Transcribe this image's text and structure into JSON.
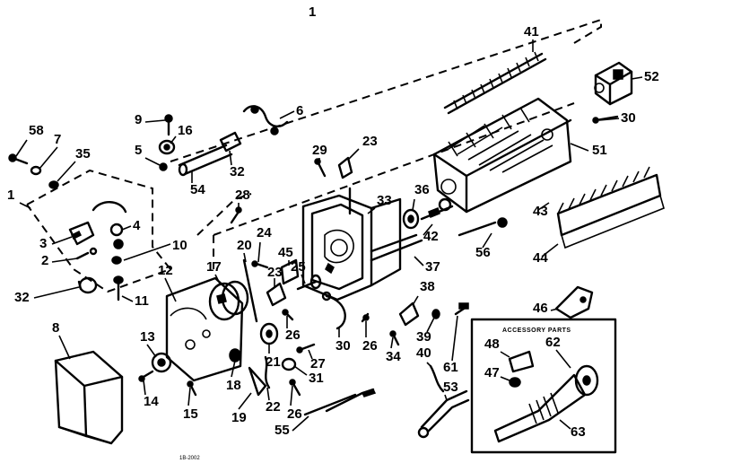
{
  "sheet_number": "1",
  "accessory_box_title": "ACCESSORY PARTS",
  "footer_code": "1B-2002",
  "callouts": [
    {
      "id": "c1",
      "label": "1"
    },
    {
      "id": "c2",
      "label": "2"
    },
    {
      "id": "c3",
      "label": "3"
    },
    {
      "id": "c4",
      "label": "4"
    },
    {
      "id": "c5",
      "label": "5"
    },
    {
      "id": "c6",
      "label": "6"
    },
    {
      "id": "c7",
      "label": "7"
    },
    {
      "id": "c8",
      "label": "8"
    },
    {
      "id": "c9",
      "label": "9"
    },
    {
      "id": "c10",
      "label": "10"
    },
    {
      "id": "c11",
      "label": "11"
    },
    {
      "id": "c12",
      "label": "12"
    },
    {
      "id": "c13",
      "label": "13"
    },
    {
      "id": "c14",
      "label": "14"
    },
    {
      "id": "c15",
      "label": "15"
    },
    {
      "id": "c16",
      "label": "16"
    },
    {
      "id": "c17",
      "label": "17"
    },
    {
      "id": "c18",
      "label": "18"
    },
    {
      "id": "c19",
      "label": "19"
    },
    {
      "id": "c20",
      "label": "20"
    },
    {
      "id": "c21",
      "label": "21"
    },
    {
      "id": "c22",
      "label": "22"
    },
    {
      "id": "c23a",
      "label": "23"
    },
    {
      "id": "c23b",
      "label": "23"
    },
    {
      "id": "c24",
      "label": "24"
    },
    {
      "id": "c25",
      "label": "25"
    },
    {
      "id": "c26a",
      "label": "26"
    },
    {
      "id": "c26b",
      "label": "26"
    },
    {
      "id": "c26c",
      "label": "26"
    },
    {
      "id": "c27",
      "label": "27"
    },
    {
      "id": "c28",
      "label": "28"
    },
    {
      "id": "c29",
      "label": "29"
    },
    {
      "id": "c30a",
      "label": "30"
    },
    {
      "id": "c30b",
      "label": "30"
    },
    {
      "id": "c31",
      "label": "31"
    },
    {
      "id": "c32a",
      "label": "32"
    },
    {
      "id": "c32b",
      "label": "32"
    },
    {
      "id": "c33",
      "label": "33"
    },
    {
      "id": "c34",
      "label": "34"
    },
    {
      "id": "c35",
      "label": "35"
    },
    {
      "id": "c36",
      "label": "36"
    },
    {
      "id": "c37",
      "label": "37"
    },
    {
      "id": "c38",
      "label": "38"
    },
    {
      "id": "c39",
      "label": "39"
    },
    {
      "id": "c40",
      "label": "40"
    },
    {
      "id": "c41",
      "label": "41"
    },
    {
      "id": "c42",
      "label": "42"
    },
    {
      "id": "c43",
      "label": "43"
    },
    {
      "id": "c44",
      "label": "44"
    },
    {
      "id": "c45",
      "label": "45"
    },
    {
      "id": "c46",
      "label": "46"
    },
    {
      "id": "c47",
      "label": "47"
    },
    {
      "id": "c48",
      "label": "48"
    },
    {
      "id": "c51",
      "label": "51"
    },
    {
      "id": "c52",
      "label": "52"
    },
    {
      "id": "c53",
      "label": "53"
    },
    {
      "id": "c54",
      "label": "54"
    },
    {
      "id": "c55",
      "label": "55"
    },
    {
      "id": "c56",
      "label": "56"
    },
    {
      "id": "c58",
      "label": "58"
    },
    {
      "id": "c61",
      "label": "61"
    },
    {
      "id": "c62",
      "label": "62"
    },
    {
      "id": "c63",
      "label": "63"
    }
  ]
}
